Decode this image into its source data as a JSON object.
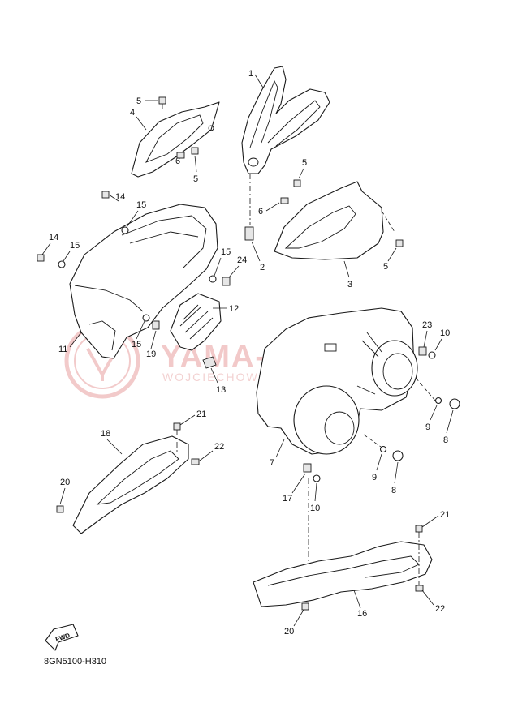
{
  "diagram_code": "8GN5100-H310",
  "fwd_badge": "FWD",
  "watermark": {
    "line1": "YAMA-SHOP.PL",
    "line2": "WOJCIECHOWSKI MOTOR PRAHA",
    "color": "#e8a0a0"
  },
  "callouts": [
    "1",
    "2",
    "3",
    "4",
    "5",
    "5",
    "5",
    "5",
    "6",
    "6",
    "7",
    "8",
    "8",
    "9",
    "9",
    "10",
    "10",
    "11",
    "12",
    "13",
    "14",
    "14",
    "15",
    "15",
    "15",
    "15",
    "16",
    "17",
    "18",
    "19",
    "20",
    "20",
    "21",
    "21",
    "22",
    "22",
    "23",
    "24"
  ]
}
